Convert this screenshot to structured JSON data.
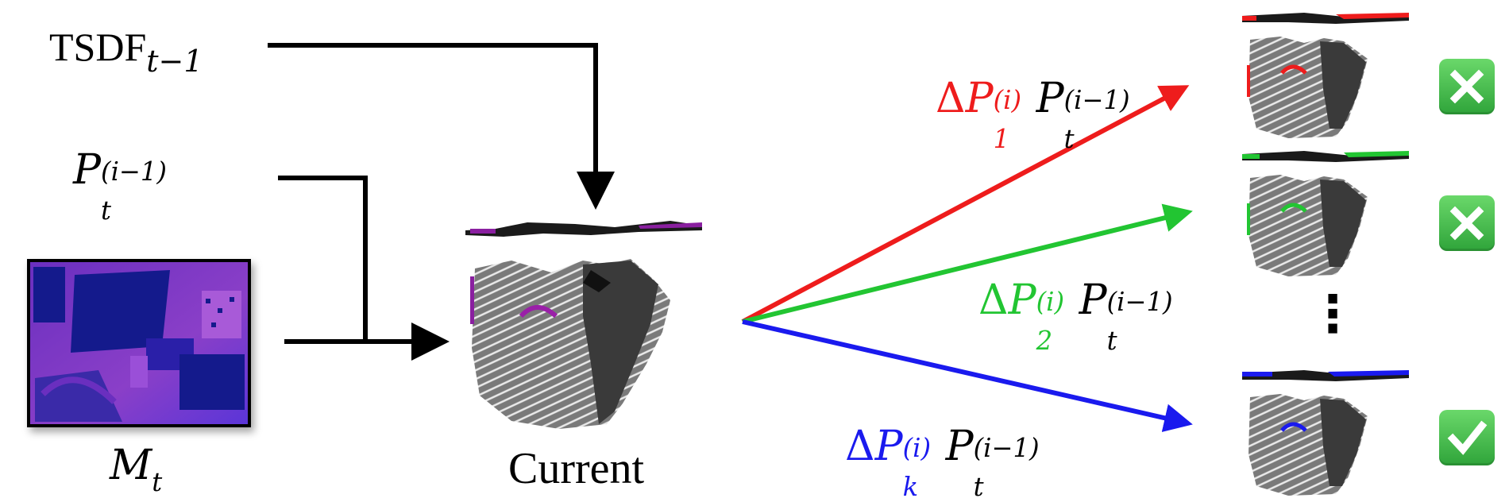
{
  "inputs": {
    "tsdf": {
      "base": "TSDF",
      "sub": "t−1"
    },
    "pose": {
      "base": "P",
      "sub": "t",
      "sup": "(i−1)"
    },
    "mask": {
      "base": "M",
      "sub": "t"
    }
  },
  "current_label": "Current",
  "hypotheses": [
    {
      "delta": "Δ",
      "base": "P",
      "sub": "1",
      "sup": "(i)",
      "pose_base": "P",
      "pose_sub": "t",
      "pose_sup": "(i−1)",
      "color": "#ee1c1c",
      "result": "cross"
    },
    {
      "delta": "Δ",
      "base": "P",
      "sub": "2",
      "sup": "(i)",
      "pose_base": "P",
      "pose_sub": "t",
      "pose_sup": "(i−1)",
      "color": "#22c532",
      "result": "cross"
    },
    {
      "delta": "Δ",
      "base": "P",
      "sub": "k",
      "sup": "(i)",
      "pose_base": "P",
      "pose_sub": "t",
      "pose_sup": "(i−1)",
      "color": "#1a1aee",
      "result": "check"
    }
  ],
  "ellipsis": "⋮",
  "colors": {
    "arrow": "#000000",
    "mask_purple": "#6a2fbf",
    "mask_navy": "#141a8c",
    "cloud_gray": "#6b6b6b",
    "badge_green": "#3cb043"
  },
  "icons": {
    "cross": "cross-mark-icon",
    "check": "check-mark-icon"
  }
}
